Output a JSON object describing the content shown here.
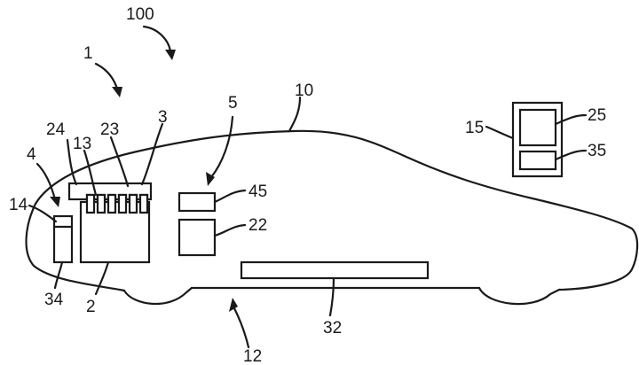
{
  "figure": {
    "labels": {
      "l100": "100",
      "l1": "1",
      "l10": "10",
      "l5": "5",
      "l3": "3",
      "l24": "24",
      "l13": "13",
      "l23": "23",
      "l4": "4",
      "l14": "14",
      "l45": "45",
      "l22": "22",
      "l34": "34",
      "l2": "2",
      "l32": "32",
      "l12": "12",
      "l15": "15",
      "l25": "25",
      "l35": "35"
    },
    "colors": {
      "ink": "#1a1a1a",
      "paper": "#ffffff"
    }
  }
}
